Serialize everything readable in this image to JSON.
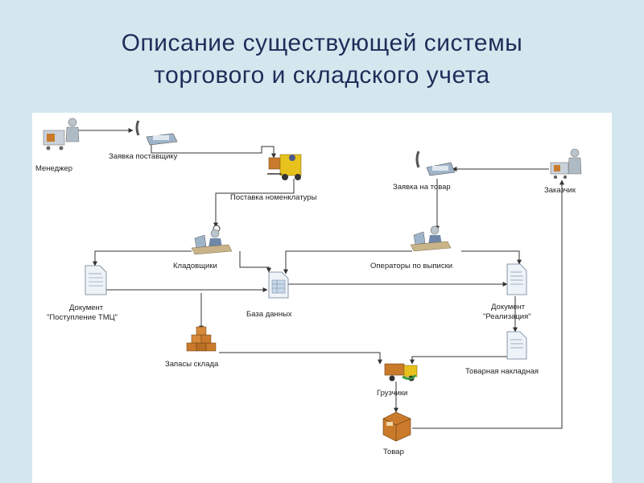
{
  "slide": {
    "title_line1": "Описание существующей системы",
    "title_line2": "торгового и складского учета"
  },
  "nodes": {
    "manager": "Менеджер",
    "supplier_request": "Заявка поставщику",
    "nomenclature_delivery": "Поставка номенклатуры",
    "storekeepers": "Кладовщики",
    "doc_receipt_line1": "Документ",
    "doc_receipt_line2": "\"Поступление ТМЦ\"",
    "database": "База данных",
    "warehouse_stock": "Запасы склада",
    "goods_request": "Заявка на товар",
    "customer": "Заказчик",
    "operators": "Операторы по выписки",
    "doc_sale_line1": "Документ",
    "doc_sale_line2": "\"Реализация\"",
    "waybill": "Товарная накладная",
    "loaders": "Грузчики",
    "goods": "Товар"
  },
  "colors": {
    "slide_bg": "#d3e8ee",
    "title": "#1f2d5a",
    "canvas": "#ffffff",
    "line": "#333333"
  }
}
